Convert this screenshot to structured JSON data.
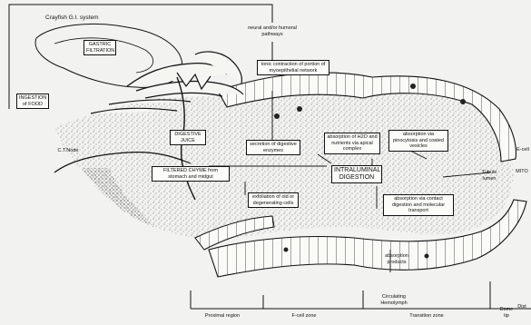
{
  "diagram": {
    "title": "Crayfish G.I. system",
    "labels": {
      "gastric_filtration": "GASTRIC FILTRATION",
      "ingestion": "INGESTION of FOOD",
      "neural": "neural and/or humoral pathways",
      "tonic": "tonic contraction of portion of myoepithelial network",
      "digestive_juice": "DIGESTIVE JUICE",
      "secretion": "secretion of digestive enzymes",
      "absorption_h2o": "absorption of H2O and nutrients via apical complex",
      "absorption_pinocytosis": "absorption via pinocytosis and coated vesicles",
      "filtered_chyme": "FILTERED CHYME from stomach and midgut",
      "intraluminal": "INTRALUMINAL DIGESTION",
      "tubule_lumen": "Tubule lumen",
      "mito": "MITO",
      "exfoliation": "exfoliation of old or degenerating cells",
      "absorption_contact": "absorption via contact digestion and molecular transport",
      "absorption_products": "absorption products",
      "circulating": "Circulating Hemolymph",
      "dome": "Dome",
      "e_cell": "E-cell",
      "c_label": "C.T.Node",
      "proximal": "Proximal region",
      "f_cell": "F-cell zone",
      "transition": "Transition zone",
      "distal": "Dist",
      "tip": "tip"
    }
  }
}
